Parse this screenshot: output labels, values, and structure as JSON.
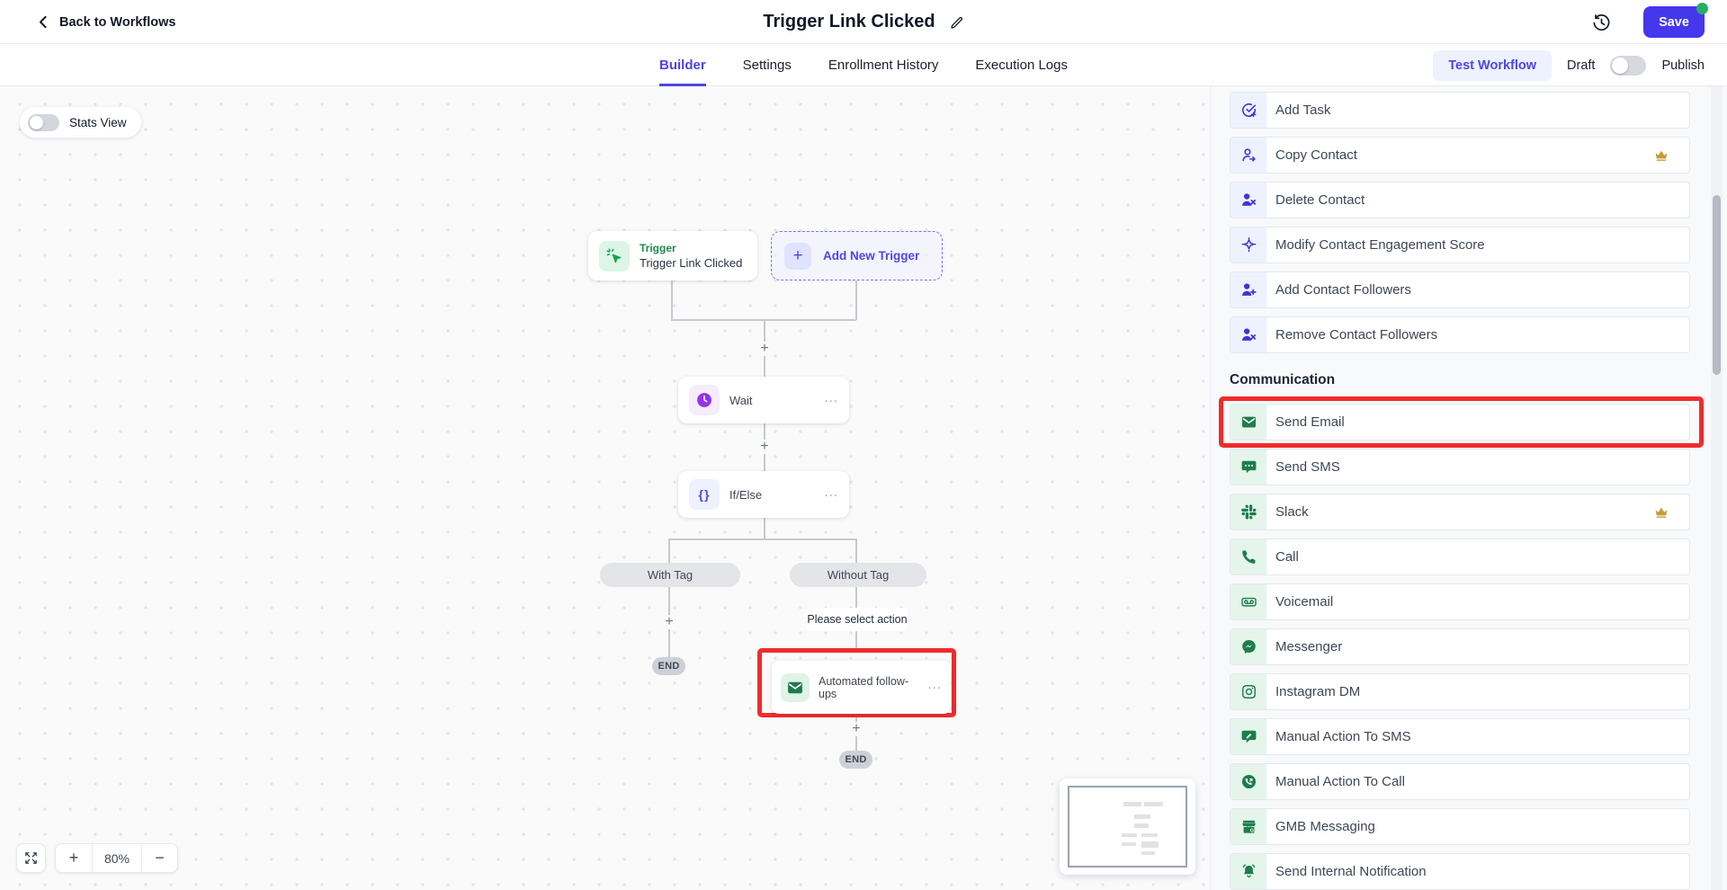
{
  "colors": {
    "accent": "#4E46E5",
    "save_button": "#4537EC",
    "highlight_red": "#F12B2B",
    "unsaved_dot_green": "#27AE60",
    "indigo_icon": "#4034D6",
    "indigo_icon_bg": "#EEF1FE",
    "green_icon": "#1E7E4B",
    "green_icon_bg": "#E5F5EC",
    "trigger_green": "#17A34A",
    "wait_purple": "#9333EA",
    "crown_gold": "#C79A35"
  },
  "header": {
    "back_label": "Back to Workflows",
    "title": "Trigger Link Clicked",
    "save_label": "Save"
  },
  "toolbar": {
    "tabs": [
      {
        "id": "builder",
        "label": "Builder",
        "active": true
      },
      {
        "id": "settings",
        "label": "Settings",
        "active": false
      },
      {
        "id": "enrollment-history",
        "label": "Enrollment History",
        "active": false
      },
      {
        "id": "execution-logs",
        "label": "Execution Logs",
        "active": false
      }
    ],
    "test_workflow_label": "Test Workflow",
    "draft_label": "Draft",
    "publish_label": "Publish"
  },
  "canvas": {
    "stats_view_label": "Stats View",
    "trigger_kicker": "Trigger",
    "trigger_title": "Trigger Link Clicked",
    "add_new_trigger_label": "Add New Trigger",
    "wait_label": "Wait",
    "if_else_label": "If/Else",
    "branch_with_tag": "With Tag",
    "branch_without_tag": "Without Tag",
    "please_select_action": "Please select action",
    "automated_label": "Automated follow-ups",
    "end_label_left": "END",
    "end_label_bottom": "END",
    "zoom_level": "80%",
    "zoom_in_label": "+",
    "zoom_out_label": "−"
  },
  "sidebar": {
    "sections": [
      {
        "title": "",
        "icon_theme": "indigo",
        "items": [
          {
            "id": "add-task",
            "label": "Add Task",
            "icon": "add-task",
            "premium": false,
            "highlighted": false
          },
          {
            "id": "copy-contact",
            "label": "Copy Contact",
            "icon": "copy-contact",
            "premium": true,
            "highlighted": false
          },
          {
            "id": "delete-contact",
            "label": "Delete Contact",
            "icon": "delete-contact",
            "premium": false,
            "highlighted": false
          },
          {
            "id": "modify-contact-engagement-score",
            "label": "Modify Contact Engagement Score",
            "icon": "engagement-score",
            "premium": false,
            "highlighted": false
          },
          {
            "id": "add-contact-followers",
            "label": "Add Contact Followers",
            "icon": "add-followers",
            "premium": false,
            "highlighted": false
          },
          {
            "id": "remove-contact-followers",
            "label": "Remove Contact Followers",
            "icon": "remove-followers",
            "premium": false,
            "highlighted": false
          }
        ]
      },
      {
        "title": "Communication",
        "icon_theme": "green",
        "items": [
          {
            "id": "send-email",
            "label": "Send Email",
            "icon": "email",
            "premium": false,
            "highlighted": true
          },
          {
            "id": "send-sms",
            "label": "Send SMS",
            "icon": "sms",
            "premium": false,
            "highlighted": false
          },
          {
            "id": "slack",
            "label": "Slack",
            "icon": "slack",
            "premium": true,
            "highlighted": false
          },
          {
            "id": "call",
            "label": "Call",
            "icon": "phone",
            "premium": false,
            "highlighted": false
          },
          {
            "id": "voicemail",
            "label": "Voicemail",
            "icon": "voicemail",
            "premium": false,
            "highlighted": false
          },
          {
            "id": "messenger",
            "label": "Messenger",
            "icon": "messenger",
            "premium": false,
            "highlighted": false
          },
          {
            "id": "instagram-dm",
            "label": "Instagram DM",
            "icon": "instagram",
            "premium": false,
            "highlighted": false
          },
          {
            "id": "manual-action-to-sms",
            "label": "Manual Action To SMS",
            "icon": "manual-sms",
            "premium": false,
            "highlighted": false
          },
          {
            "id": "manual-action-to-call",
            "label": "Manual Action To Call",
            "icon": "manual-call",
            "premium": false,
            "highlighted": false
          },
          {
            "id": "gmb-messaging",
            "label": "GMB Messaging",
            "icon": "gmb",
            "premium": false,
            "highlighted": false
          },
          {
            "id": "send-internal-notification",
            "label": "Send Internal Notification",
            "icon": "notification",
            "premium": false,
            "highlighted": false
          }
        ]
      }
    ]
  }
}
